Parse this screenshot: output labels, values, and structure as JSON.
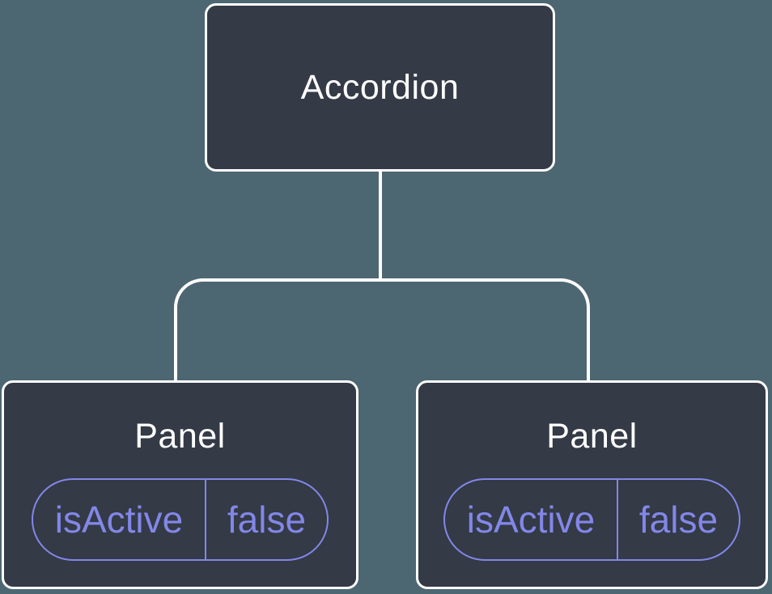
{
  "diagram": {
    "root": {
      "label": "Accordion"
    },
    "children": [
      {
        "label": "Panel",
        "state": {
          "name": "isActive",
          "value": "false"
        }
      },
      {
        "label": "Panel",
        "state": {
          "name": "isActive",
          "value": "false"
        }
      }
    ],
    "colors": {
      "canvas_background": "#4d6772",
      "node_fill": "#343a46",
      "node_border": "#ffffff",
      "node_text": "#ffffff",
      "connector": "#ffffff",
      "state_accent": "#8287e8"
    }
  }
}
